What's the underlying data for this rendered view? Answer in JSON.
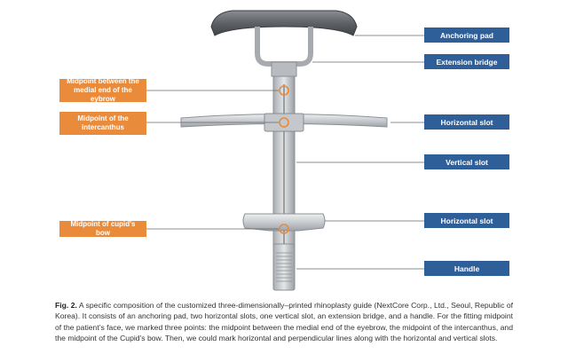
{
  "labels_right": {
    "anchoring_pad": "Anchoring pad",
    "extension_bridge": "Extension bridge",
    "horizontal_slot_1": "Horizontal slot",
    "vertical_slot": "Vertical slot",
    "horizontal_slot_2": "Horizontal slot",
    "handle": "Handle"
  },
  "labels_left": {
    "midpoint_eyebrow": "Midpoint between the medial end of the eybrow",
    "midpoint_intercanthus": "Midpoint of the intercanthus",
    "midpoint_cupid": "Midpoint of cupid's bow"
  },
  "colors": {
    "blue_label": "#2f5f99",
    "orange_label": "#e98b3a",
    "device_gray": "#c9ccd0",
    "device_dark": "#6d7075",
    "orange_marker": "#e98b3a"
  },
  "caption": {
    "fig_label": "Fig. 2.",
    "text": "A specific composition of the customized three-dimensionally–printed rhinoplasty guide (NextCore Corp., Ltd., Seoul, Republic of Korea). It consists of an anchoring pad, two horizontal slots, one vertical slot, an extension bridge, and a handle. For the fitting midpoint of the patient’s face, we marked three points: the midpoint between the medial end of the eyebrow, the midpoint of the intercanthus, and the midpoint of the Cupid’s bow. Then, we could mark horizontal and perpendicular lines along with the horizontal and vertical slots."
  }
}
